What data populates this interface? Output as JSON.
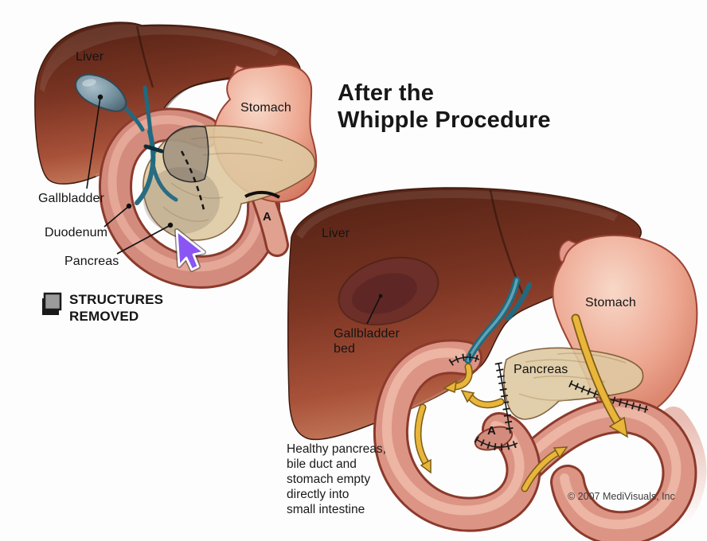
{
  "title": {
    "lines": [
      "After the",
      "Whipple Procedure"
    ]
  },
  "legend": {
    "lines": [
      "STRUCTURES",
      "REMOVED"
    ],
    "swatch_color": "#9b9b9b"
  },
  "before_diagram": {
    "labels": {
      "liver": "Liver",
      "stomach": "Stomach",
      "gallbladder": "Gallbladder",
      "duodenum": "Duodenum",
      "pancreas": "Pancreas",
      "transection_marker": "A"
    }
  },
  "after_diagram": {
    "labels": {
      "liver": "Liver",
      "gallbladder_bed": [
        "Gallbladder",
        "bed"
      ],
      "stomach": "Stomach",
      "pancreas": "Pancreas",
      "stump_marker": "A"
    },
    "caption": [
      "Healthy pancreas,",
      "bile duct and",
      "stomach empty",
      "directly into",
      "small intestine"
    ]
  },
  "copyright": "© 2007 MediVisuals, Inc",
  "colors": {
    "liver_dark": "#4f2013",
    "liver_light": "#c47a5b",
    "stomach": "#eda791",
    "intestine": "#dc9484",
    "intestine_outline": "#8b3a2c",
    "pancreas": "#dfc9a2",
    "gallbladder": "#6f8b99",
    "bile_duct": "#1f6a80",
    "arrow_yellow": "#e9b53a",
    "cursor_purple": "#8a55f2",
    "text": "#141414"
  }
}
